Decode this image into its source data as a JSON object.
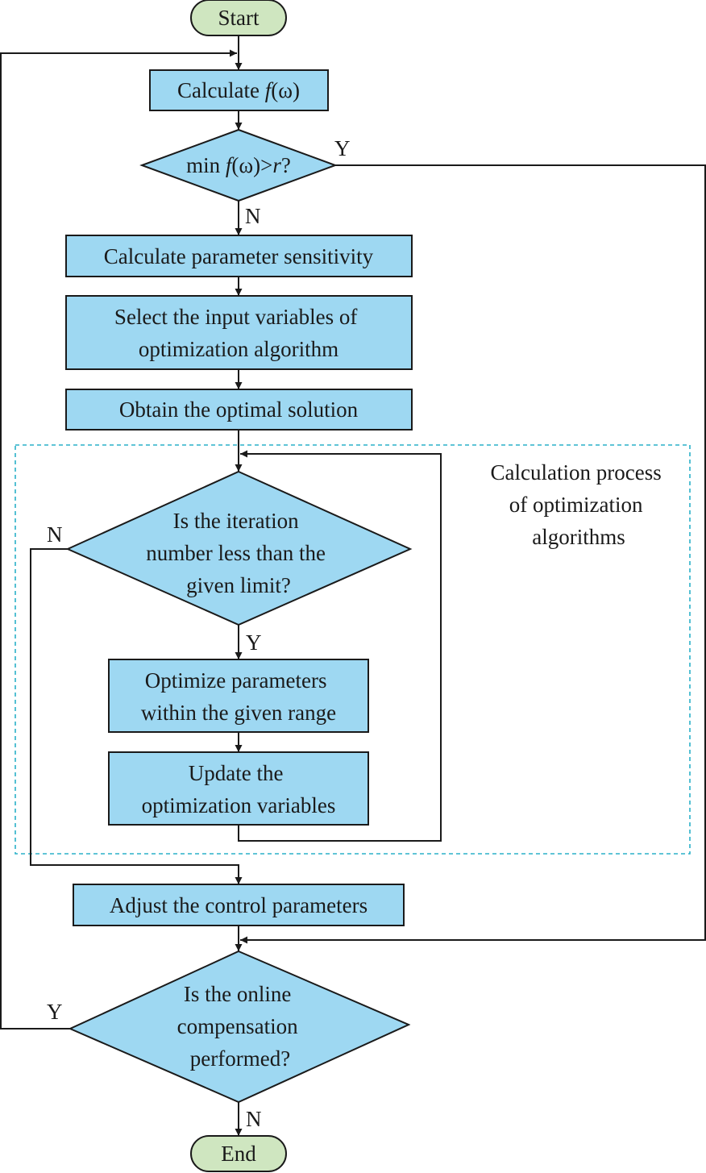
{
  "colors": {
    "process_fill": "#9ed8f2",
    "terminal_fill": "#cfe6c0",
    "line": "#1a1a1a",
    "group_border": "#2ab0c8"
  },
  "nodes": {
    "start": "Start",
    "calc_f_prefix": "Calculate ",
    "calc_f_italic": "f",
    "calc_f_omega": "(ω)",
    "decision1_prefix": "min ",
    "decision1_f": "f",
    "decision1_mid": "(ω)>",
    "decision1_r": "r",
    "decision1_q": "?",
    "sensitivity": "Calculate parameter sensitivity",
    "select_line1": "Select the input variables of",
    "select_line2": "optimization algorithm",
    "optimal": "Obtain the optimal solution",
    "iter_line1": "Is the iteration",
    "iter_line2": "number less than the",
    "iter_line3": "given limit?",
    "optimize_line1": "Optimize parameters",
    "optimize_line2": "within the given range",
    "update_line1": "Update the",
    "update_line2": "optimization variables",
    "adjust": "Adjust the control parameters",
    "online_line1": "Is the online",
    "online_line2": "compensation",
    "online_line3": "performed?",
    "end": "End"
  },
  "group_label": {
    "line1": "Calculation process",
    "line2": "of optimization",
    "line3": "algorithms"
  },
  "edge_labels": {
    "d1_yes": "Y",
    "d1_no": "N",
    "iter_no": "N",
    "iter_yes": "Y",
    "online_yes": "Y",
    "online_no": "N"
  }
}
